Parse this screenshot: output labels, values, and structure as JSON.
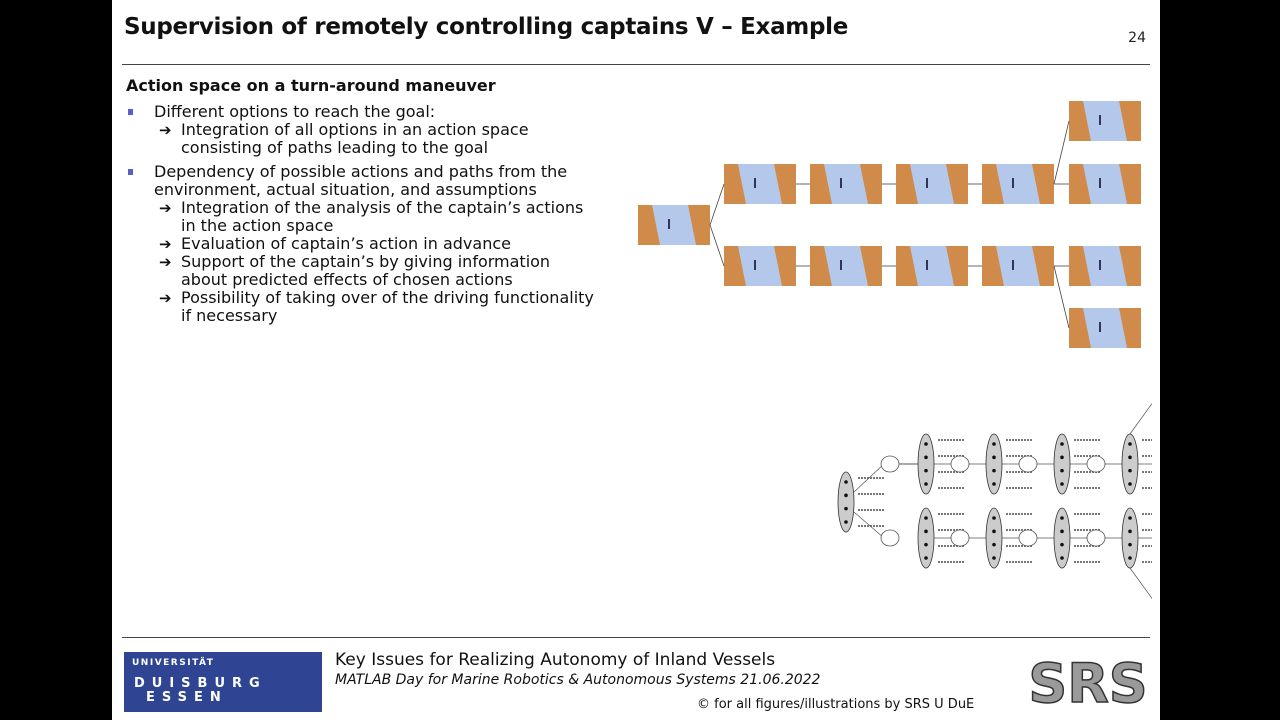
{
  "slide": {
    "title": "Supervision of remotely controlling captains V – Example",
    "page_number": "24",
    "subheading": "Action space on a turn-around maneuver",
    "bullets": [
      {
        "text": "Different options to reach the goal:",
        "sub": [
          "Integration of all options in an action space consisting of paths leading to the goal"
        ]
      },
      {
        "text": "Dependency of possible actions and paths from the environment, actual situation, and assumptions",
        "sub": [
          "Integration of the analysis of the captain’s actions in the action space",
          "Evaluation of captain’s action in advance",
          "Support of the captain’s by giving information about predicted effects of chosen actions",
          "Possibility of taking over of the driving functionality if necessary"
        ]
      }
    ]
  },
  "footer": {
    "university": "UNIVERSITÄT",
    "logo_word_1": "DUISBURG",
    "logo_word_2": "ESSEN",
    "title": "Key Issues for Realizing Autonomy of Inland Vessels",
    "subtitle": "MATLAB Day for Marine Robotics & Autonomous Systems 21.06.2022",
    "copyright": "© for all figures/illustrations by SRS U DuE",
    "srs_logo": "SRS"
  },
  "colors": {
    "bullet": "#5b5fc8",
    "logo_bg": "#2f4593",
    "water": "#b3c8ea",
    "bank": "#d08a4a"
  }
}
